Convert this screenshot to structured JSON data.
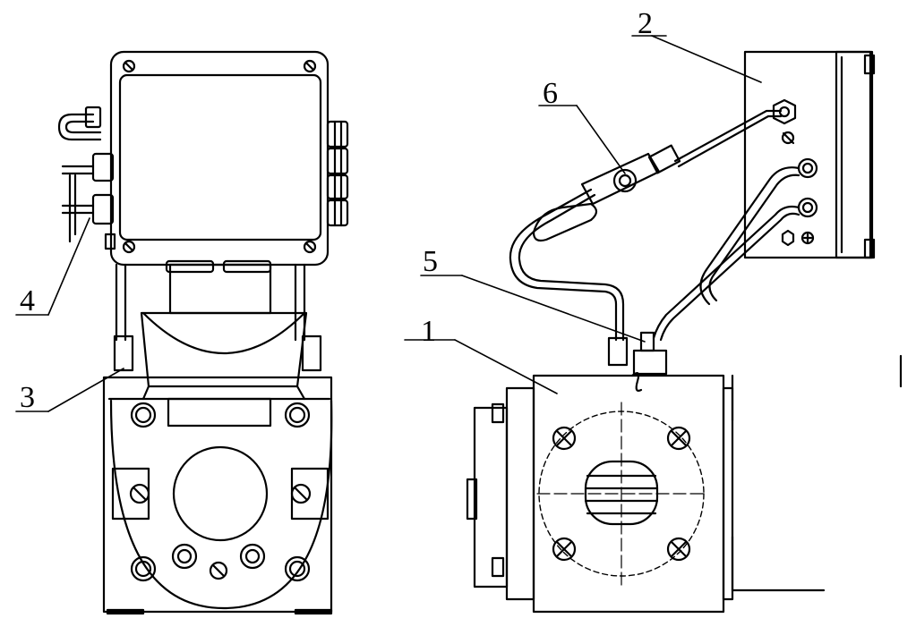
{
  "figure": {
    "callouts": [
      {
        "id": "1",
        "label": "1"
      },
      {
        "id": "2",
        "label": "2"
      },
      {
        "id": "3",
        "label": "3"
      },
      {
        "id": "4",
        "label": "4"
      },
      {
        "id": "5",
        "label": "5"
      },
      {
        "id": "6",
        "label": "6"
      }
    ]
  },
  "colors": {
    "line": "#000000",
    "background": "#ffffff"
  }
}
